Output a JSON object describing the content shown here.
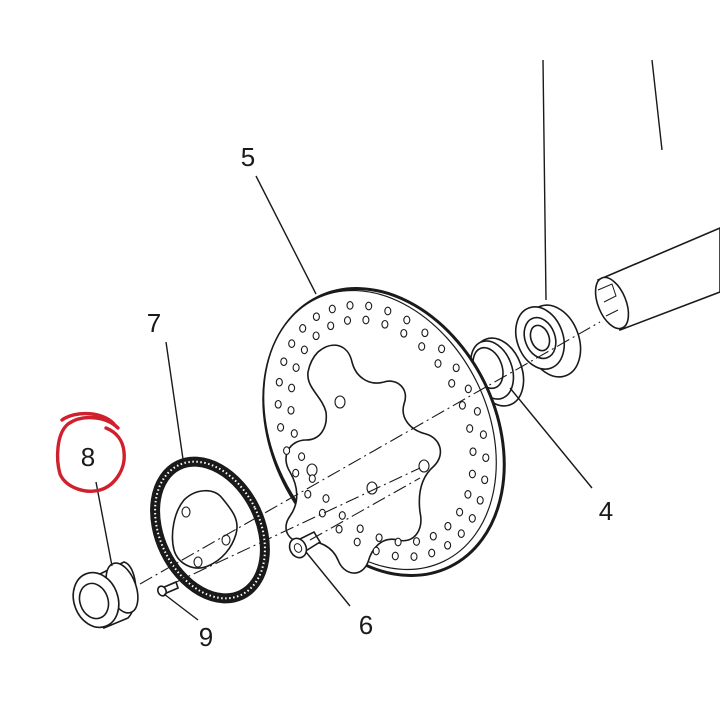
{
  "diagram": {
    "callouts": [
      {
        "id": "4",
        "text": "4"
      },
      {
        "id": "5",
        "text": "5"
      },
      {
        "id": "6",
        "text": "6"
      },
      {
        "id": "7",
        "text": "7"
      },
      {
        "id": "8",
        "text": "8"
      },
      {
        "id": "9",
        "text": "9"
      }
    ],
    "highlight": {
      "target": "8",
      "color": "#d0202e"
    }
  }
}
